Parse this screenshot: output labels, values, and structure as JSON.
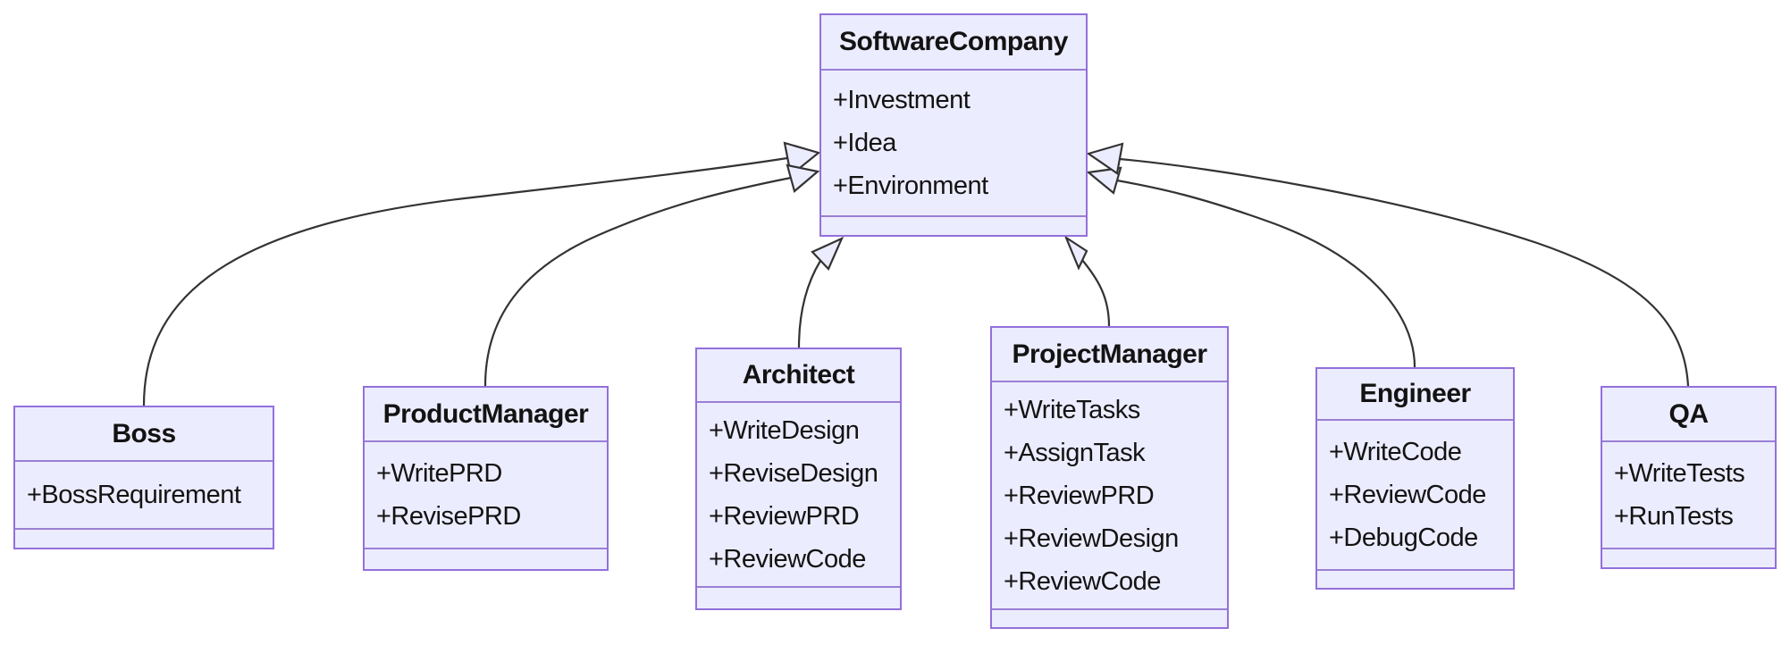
{
  "diagram": {
    "kind": "uml-class-diagram",
    "colors": {
      "node_fill": "#ECECFF",
      "node_border": "#9370DB",
      "edge": "#333333",
      "text": "#131313",
      "background": "#FFFFFF"
    },
    "classes": [
      {
        "id": "SoftwareCompany",
        "title": "SoftwareCompany",
        "members": [
          "+Investment",
          "+Idea",
          "+Environment"
        ]
      },
      {
        "id": "Boss",
        "title": "Boss",
        "members": [
          "+BossRequirement"
        ]
      },
      {
        "id": "ProductManager",
        "title": "ProductManager",
        "members": [
          "+WritePRD",
          "+RevisePRD"
        ]
      },
      {
        "id": "Architect",
        "title": "Architect",
        "members": [
          "+WriteDesign",
          "+ReviseDesign",
          "+ReviewPRD",
          "+ReviewCode"
        ]
      },
      {
        "id": "ProjectManager",
        "title": "ProjectManager",
        "members": [
          "+WriteTasks",
          "+AssignTask",
          "+ReviewPRD",
          "+ReviewDesign",
          "+ReviewCode"
        ]
      },
      {
        "id": "Engineer",
        "title": "Engineer",
        "members": [
          "+WriteCode",
          "+ReviewCode",
          "+DebugCode"
        ]
      },
      {
        "id": "QA",
        "title": "QA",
        "members": [
          "+WriteTests",
          "+RunTests"
        ]
      }
    ],
    "relationships": [
      {
        "from": "Boss",
        "to": "SoftwareCompany",
        "type": "inheritance"
      },
      {
        "from": "ProductManager",
        "to": "SoftwareCompany",
        "type": "inheritance"
      },
      {
        "from": "Architect",
        "to": "SoftwareCompany",
        "type": "inheritance"
      },
      {
        "from": "ProjectManager",
        "to": "SoftwareCompany",
        "type": "inheritance"
      },
      {
        "from": "Engineer",
        "to": "SoftwareCompany",
        "type": "inheritance"
      },
      {
        "from": "QA",
        "to": "SoftwareCompany",
        "type": "inheritance"
      }
    ]
  }
}
